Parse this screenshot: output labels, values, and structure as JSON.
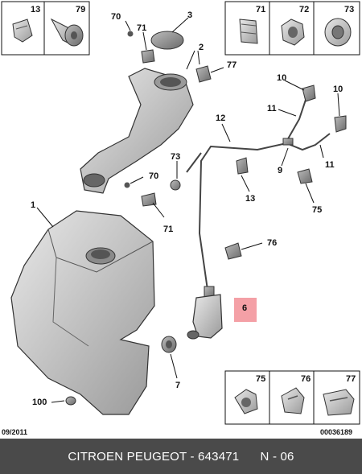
{
  "callouts": {
    "c1": "1",
    "c2": "2",
    "c3": "3",
    "c6": "6",
    "c7": "7",
    "c9": "9",
    "c10a": "10",
    "c10b": "10",
    "c11a": "11",
    "c11b": "11",
    "c12": "12",
    "c13a": "13",
    "c13b": "13",
    "c70a": "70",
    "c70b": "70",
    "c71a": "71",
    "c71b": "71",
    "c71c": "71",
    "c72": "72",
    "c73": "73",
    "c75a": "75",
    "c75b": "75",
    "c76a": "76",
    "c76b": "76",
    "c77a": "77",
    "c77b": "77",
    "c79": "79",
    "c100": "100"
  },
  "stamps": {
    "date": "09/2011",
    "ref": "00036189"
  },
  "footer": {
    "brand": "CITROEN PEUGEOT - 643471",
    "page": "N - 06"
  },
  "colors": {
    "highlight": "#f4a0a6",
    "footer_bg": "#4a4a4a"
  }
}
